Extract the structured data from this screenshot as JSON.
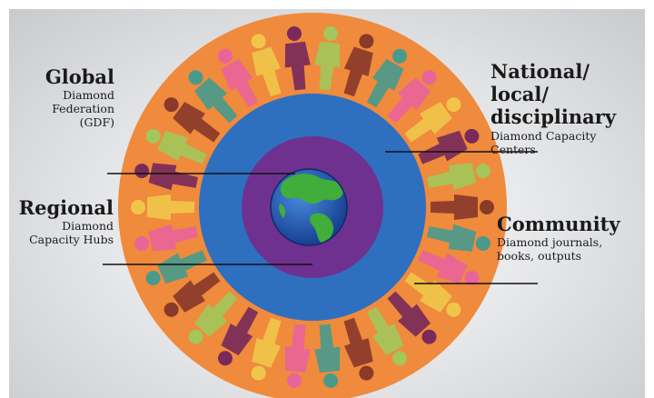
{
  "labels": {
    "global": {
      "heading": "Global",
      "lines": [
        "Diamond",
        "Federation",
        "(GDF)"
      ]
    },
    "regional": {
      "heading": "Regional",
      "lines": [
        "Diamond",
        "Capacity Hubs"
      ]
    },
    "national": {
      "heading_lines": [
        "National/ local/",
        "disciplinary"
      ],
      "lines": [
        "Diamond Capacity",
        "Centers"
      ]
    },
    "community": {
      "heading": "Community",
      "lines": [
        "Diamond journals,",
        "books, outputs"
      ]
    }
  },
  "colors": {
    "outer_ring": "#f08a3c",
    "blue_ring": "#2e6fc0",
    "purple_ring": "#6e3190",
    "ocean": "#1f4fb0",
    "land": "#3fae3a",
    "people": [
      "#8a3a2a",
      "#4a9a8c",
      "#e9649a",
      "#f0c64a",
      "#7a2a5a",
      "#a4c65a"
    ]
  },
  "icons": {
    "center": "globe-icon",
    "ring": "people-icon"
  }
}
